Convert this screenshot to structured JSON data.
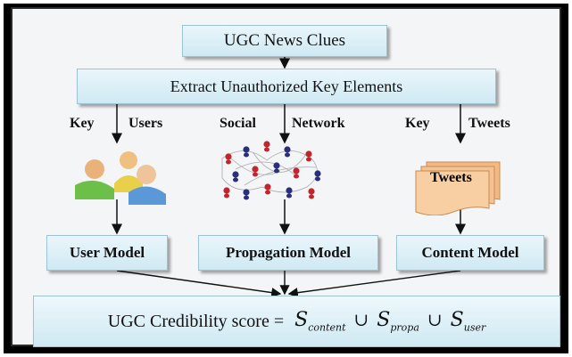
{
  "header": {
    "title": "UGC News Clues"
  },
  "extract": {
    "label": "Extract Unauthorized Key Elements"
  },
  "branches": {
    "users": {
      "left": "Key",
      "right": "Users"
    },
    "social": {
      "left": "Social",
      "right": "Network"
    },
    "tweets": {
      "left": "Key",
      "right": "Tweets"
    }
  },
  "tweets_doc_label": "Tweets",
  "models": {
    "user": "User Model",
    "propagation": "Propagation Model",
    "content": "Content Model"
  },
  "score": {
    "label": "UGC Credibility score =",
    "terms": [
      "content",
      "propa",
      "user"
    ],
    "symbol": "S",
    "operator": "∪"
  },
  "colors": {
    "box_fill": "#d6edf6",
    "doc_fill": "#f7c99b",
    "node_red": "#c0262c",
    "node_blue": "#2b2f7a"
  }
}
